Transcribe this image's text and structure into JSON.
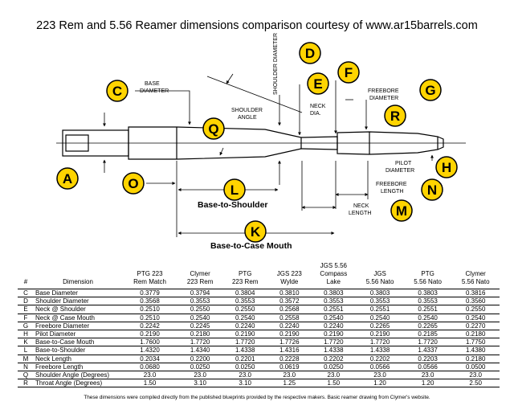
{
  "title": "223 Rem and 5.56 Reamer dimensions comparison courtesy of www.ar15barrels.com",
  "diagram": {
    "bubbles": [
      "A",
      "C",
      "D",
      "E",
      "F",
      "G",
      "H",
      "K",
      "L",
      "M",
      "N",
      "O",
      "Q",
      "R"
    ],
    "labels": {
      "base_diameter": [
        "BASE",
        "DIAMETER"
      ],
      "shoulder_diameter": "SHOULDER DIAMETER",
      "shoulder_angle": [
        "SHOULDER",
        "ANGLE"
      ],
      "neck_dia": [
        "NECK",
        "DIA."
      ],
      "freebore_diameter": [
        "FREEBORE",
        "DIAMETER"
      ],
      "pilot_diameter": [
        "PILOT",
        "DIAMETER"
      ],
      "freebore_length": [
        "FREEBORE",
        "LENGTH"
      ],
      "neck_length": [
        "NECK",
        "LENGTH"
      ],
      "base_to_shoulder": "Base-to-Shoulder",
      "base_to_case_mouth": "Base-to-Case Mouth"
    }
  },
  "table": {
    "headers": [
      {
        "l1": "#",
        "l2": ""
      },
      {
        "l1": "Dimension",
        "l2": ""
      },
      {
        "l1": "PTG 223",
        "l2": "Rem Match"
      },
      {
        "l1": "Clymer",
        "l2": "223 Rem"
      },
      {
        "l1": "PTG",
        "l2": "223 Rem"
      },
      {
        "l1": "JGS 223",
        "l2": "Wylde"
      },
      {
        "l1": "JGS 5.56",
        "l2": "Compass Lake"
      },
      {
        "l1": "JGS",
        "l2": "5.56 Nato"
      },
      {
        "l1": "PTG",
        "l2": "5.56 Nato"
      },
      {
        "l1": "Clymer",
        "l2": "5.56 Nato"
      }
    ],
    "rows": [
      [
        "C",
        "Base Diameter",
        "0.3779",
        "0.3794",
        "0.3804",
        "0.3810",
        "0.3803",
        "0.3803",
        "0.3803",
        "0.3816"
      ],
      [
        "D",
        "Shoulder Diameter",
        "0.3568",
        "0.3553",
        "0.3553",
        "0.3572",
        "0.3553",
        "0.3553",
        "0.3553",
        "0.3560"
      ],
      [
        "E",
        "Neck @ Shoulder",
        "0.2510",
        "0.2550",
        "0.2550",
        "0.2568",
        "0.2551",
        "0.2551",
        "0.2551",
        "0.2550"
      ],
      [
        "F",
        "Neck @ Case Mouth",
        "0.2510",
        "0.2540",
        "0.2540",
        "0.2558",
        "0.2540",
        "0.2540",
        "0.2540",
        "0.2540"
      ],
      [
        "G",
        "Freebore Diameter",
        "0.2242",
        "0.2245",
        "0.2240",
        "0.2240",
        "0.2240",
        "0.2265",
        "0.2265",
        "0.2270"
      ],
      [
        "H",
        "Pilot Diameter",
        "0.2190",
        "0.2180",
        "0.2190",
        "0.2190",
        "0.2190",
        "0.2190",
        "0.2185",
        "0.2180"
      ],
      [
        "K",
        "Base-to-Case Mouth",
        "1.7600",
        "1.7720",
        "1.7720",
        "1.7726",
        "1.7720",
        "1.7720",
        "1.7720",
        "1.7750"
      ],
      [
        "L",
        "Base-to-Shoulder",
        "1.4320",
        "1.4340",
        "1.4338",
        "1.4316",
        "1.4338",
        "1.4338",
        "1.4337",
        "1.4380"
      ],
      [
        "M",
        "Neck Length",
        "0.2034",
        "0.2200",
        "0.2201",
        "0.2228",
        "0.2202",
        "0.2202",
        "0.2203",
        "0.2180"
      ],
      [
        "N",
        "Freebore Length",
        "0.0680",
        "0.0250",
        "0.0250",
        "0.0619",
        "0.0250",
        "0.0566",
        "0.0566",
        "0.0500"
      ],
      [
        "Q",
        "Shoulder Angle (Degrees)",
        "23.0",
        "23.0",
        "23.0",
        "23.0",
        "23.0",
        "23.0",
        "23.0",
        "23.0"
      ],
      [
        "R",
        "Throat Angle (Degrees)",
        "1.50",
        "3.10",
        "3.10",
        "1.25",
        "1.50",
        "1.20",
        "1.20",
        "2.50"
      ]
    ]
  },
  "footnote": "These dimensions were compiled directly from the published blueprints provided by the respective makers.  Basic reamer drawing from Clymer's website.",
  "colors": {
    "bubble_fill": "#ffd400",
    "bubble_stroke": "#000000"
  }
}
